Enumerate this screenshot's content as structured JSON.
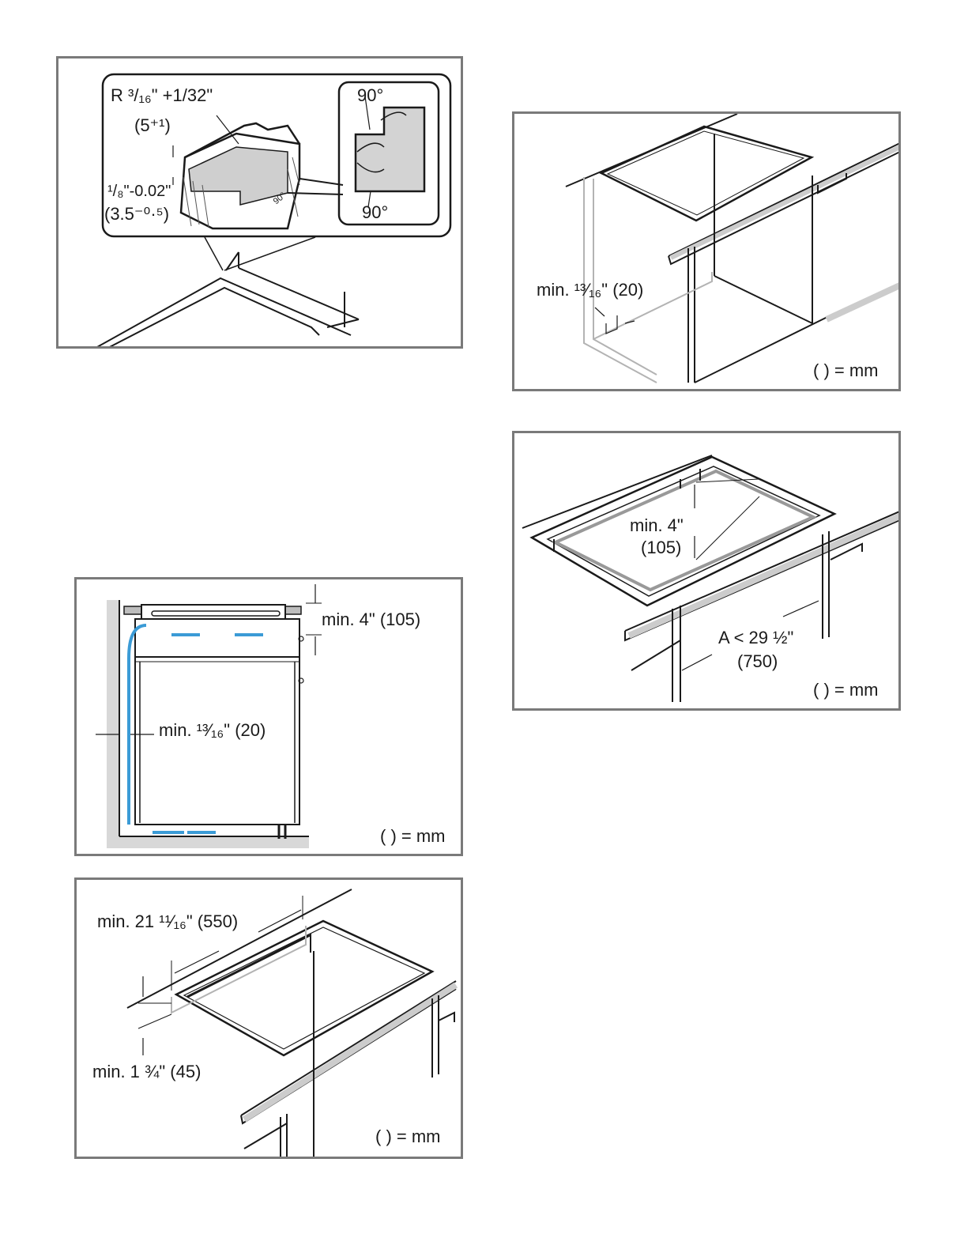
{
  "panel_cutout_detail": {
    "radius": "R ³/₁₆\" +1/32\"",
    "radius_mm": "(5⁺¹)",
    "depth": "¹/₈\"-0.02\"",
    "depth_mm": "(3.5⁻⁰·⁵)",
    "angle_top": "90°",
    "angle_bottom": "90°",
    "angle_corner": "90°"
  },
  "panel_cabinet_top": {
    "clearance": "min. ¹³⁄₁₆\" (20)",
    "unit_note": "( ) = mm"
  },
  "panel_cutout_depth": {
    "depth": "min. 4\"",
    "depth_mm": "(105)",
    "width": "A < 29 ½\"",
    "width_mm": "(750)",
    "unit_note": "( ) = mm"
  },
  "panel_airflow": {
    "top_clearance": "min. 4\" (105)",
    "wall_clearance": "min. ¹³⁄₁₆\" (20)",
    "unit_note": "( ) = mm",
    "arrow_color": "#3b9bd6"
  },
  "panel_cutout_size": {
    "width": "min. 21 ¹¹⁄₁₆\" (550)",
    "edge": "min. 1 ¾\" (45)",
    "unit_note": "( ) = mm"
  }
}
